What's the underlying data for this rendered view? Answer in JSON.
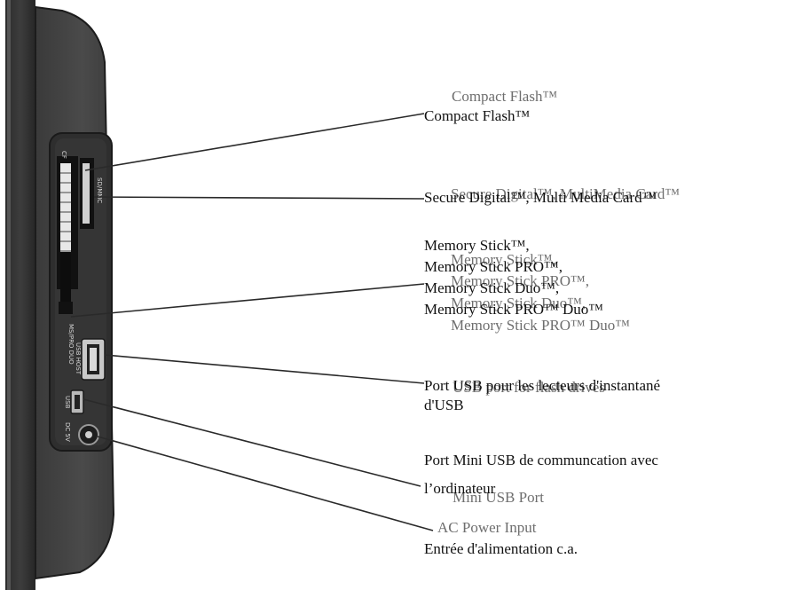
{
  "ports": {
    "compact_flash": {
      "en": "Compact Flash™",
      "fr": "Compact Flash™"
    },
    "sd_mmc": {
      "en": "Secure Digital™, MultiMedia Card™",
      "fr": "Secure Digital™, Multi Media Card™"
    },
    "memory_stick": {
      "en": [
        "Memory Stick™,",
        "Memory Stick PRO™,",
        "Memory Stick Duo™,",
        "Memory Stick PRO™ Duo™"
      ],
      "fr": [
        "Memory Stick™,",
        "Memory Stick PRO™,",
        "Memory Stick Duo™,",
        "Memory Stick PRO™ Duo™"
      ]
    },
    "usb_host": {
      "en": "USB port for flash drives",
      "fr": [
        "Port USB pour les lecteurs d'instantané",
        "d'USB"
      ]
    },
    "mini_usb": {
      "en": "Mini USB Port",
      "fr": [
        "Port Mini USB de communcation avec",
        "l’ordinateur"
      ]
    },
    "ac_power": {
      "en": "AC Power Input",
      "fr": "Entrée d'alimentation c.a."
    }
  },
  "device_labels": {
    "cf": "CF",
    "sd_mmc": "SD/MMC",
    "ms": "MS/PRO DUO",
    "usb": "USB",
    "usb_host": "USB HOST",
    "dc": "DC 5V"
  },
  "colors": {
    "ghost_text": "#6e6e6e",
    "front_text": "#111111",
    "leader": "#2a2a2a"
  }
}
